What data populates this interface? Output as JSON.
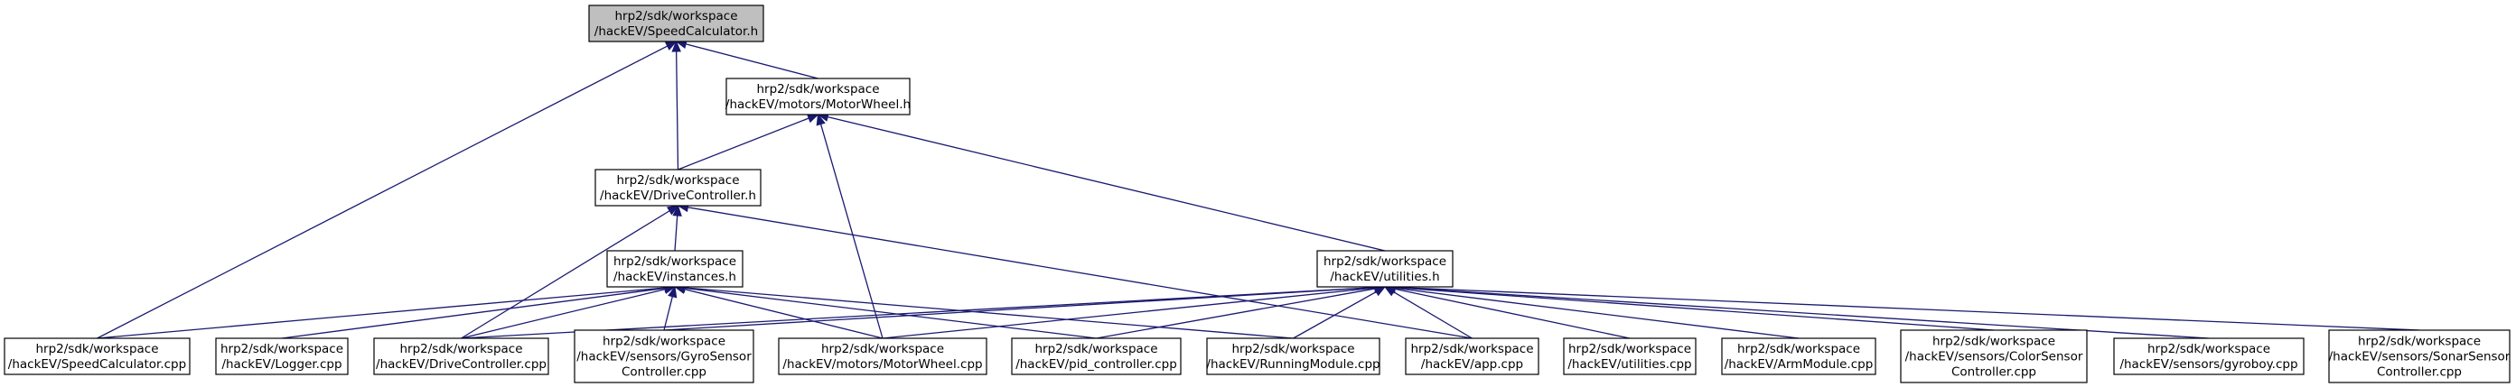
{
  "graph": {
    "nodes": [
      {
        "id": "speedcalc_h",
        "lines": [
          "hrp2/sdk/workspace",
          "/hackEV/SpeedCalculator.h"
        ],
        "highlight": true
      },
      {
        "id": "motorwheel_h",
        "lines": [
          "hrp2/sdk/workspace",
          "/hackEV/motors/MotorWheel.h"
        ],
        "highlight": false
      },
      {
        "id": "drivecontroller_h",
        "lines": [
          "hrp2/sdk/workspace",
          "/hackEV/DriveController.h"
        ],
        "highlight": false
      },
      {
        "id": "instances_h",
        "lines": [
          "hrp2/sdk/workspace",
          "/hackEV/instances.h"
        ],
        "highlight": false
      },
      {
        "id": "utilities_h",
        "lines": [
          "hrp2/sdk/workspace",
          "/hackEV/utilities.h"
        ],
        "highlight": false
      },
      {
        "id": "speedcalc_cpp",
        "lines": [
          "hrp2/sdk/workspace",
          "/hackEV/SpeedCalculator.cpp"
        ],
        "highlight": false
      },
      {
        "id": "logger_cpp",
        "lines": [
          "hrp2/sdk/workspace",
          "/hackEV/Logger.cpp"
        ],
        "highlight": false
      },
      {
        "id": "drivecontroller_cpp",
        "lines": [
          "hrp2/sdk/workspace",
          "/hackEV/DriveController.cpp"
        ],
        "highlight": false
      },
      {
        "id": "gyrosensorcontroller_cpp",
        "lines": [
          "hrp2/sdk/workspace",
          "/hackEV/sensors/GyroSensor",
          "Controller.cpp"
        ],
        "highlight": false
      },
      {
        "id": "motorwheel_cpp",
        "lines": [
          "hrp2/sdk/workspace",
          "/hackEV/motors/MotorWheel.cpp"
        ],
        "highlight": false
      },
      {
        "id": "pid_controller_cpp",
        "lines": [
          "hrp2/sdk/workspace",
          "/hackEV/pid_controller.cpp"
        ],
        "highlight": false
      },
      {
        "id": "runningmodule_cpp",
        "lines": [
          "hrp2/sdk/workspace",
          "/hackEV/RunningModule.cpp"
        ],
        "highlight": false
      },
      {
        "id": "app_cpp",
        "lines": [
          "hrp2/sdk/workspace",
          "/hackEV/app.cpp"
        ],
        "highlight": false
      },
      {
        "id": "utilities_cpp",
        "lines": [
          "hrp2/sdk/workspace",
          "/hackEV/utilities.cpp"
        ],
        "highlight": false
      },
      {
        "id": "armmodule_cpp",
        "lines": [
          "hrp2/sdk/workspace",
          "/hackEV/ArmModule.cpp"
        ],
        "highlight": false
      },
      {
        "id": "colorsensorcontroller_cpp",
        "lines": [
          "hrp2/sdk/workspace",
          "/hackEV/sensors/ColorSensor",
          "Controller.cpp"
        ],
        "highlight": false
      },
      {
        "id": "gyroboy_cpp",
        "lines": [
          "hrp2/sdk/workspace",
          "/hackEV/sensors/gyroboy.cpp"
        ],
        "highlight": false
      },
      {
        "id": "sonarsensorcontroller_cpp",
        "lines": [
          "hrp2/sdk/workspace",
          "/hackEV/sensors/SonarSensor",
          "Controller.cpp"
        ],
        "highlight": false
      }
    ],
    "edges": [
      [
        "motorwheel_h",
        "speedcalc_h"
      ],
      [
        "drivecontroller_h",
        "speedcalc_h"
      ],
      [
        "speedcalc_cpp",
        "speedcalc_h"
      ],
      [
        "drivecontroller_h",
        "motorwheel_h"
      ],
      [
        "motorwheel_cpp",
        "motorwheel_h"
      ],
      [
        "utilities_h",
        "motorwheel_h"
      ],
      [
        "instances_h",
        "drivecontroller_h"
      ],
      [
        "drivecontroller_cpp",
        "drivecontroller_h"
      ],
      [
        "app_cpp",
        "drivecontroller_h"
      ],
      [
        "speedcalc_cpp",
        "instances_h"
      ],
      [
        "logger_cpp",
        "instances_h"
      ],
      [
        "drivecontroller_cpp",
        "instances_h"
      ],
      [
        "gyrosensorcontroller_cpp",
        "instances_h"
      ],
      [
        "motorwheel_cpp",
        "instances_h"
      ],
      [
        "pid_controller_cpp",
        "instances_h"
      ],
      [
        "runningmodule_cpp",
        "instances_h"
      ],
      [
        "drivecontroller_cpp",
        "utilities_h"
      ],
      [
        "gyrosensorcontroller_cpp",
        "utilities_h"
      ],
      [
        "motorwheel_cpp",
        "utilities_h"
      ],
      [
        "pid_controller_cpp",
        "utilities_h"
      ],
      [
        "runningmodule_cpp",
        "utilities_h"
      ],
      [
        "app_cpp",
        "utilities_h"
      ],
      [
        "utilities_cpp",
        "utilities_h"
      ],
      [
        "armmodule_cpp",
        "utilities_h"
      ],
      [
        "colorsensorcontroller_cpp",
        "utilities_h"
      ],
      [
        "gyroboy_cpp",
        "utilities_h"
      ],
      [
        "sonarsensorcontroller_cpp",
        "utilities_h"
      ]
    ]
  }
}
